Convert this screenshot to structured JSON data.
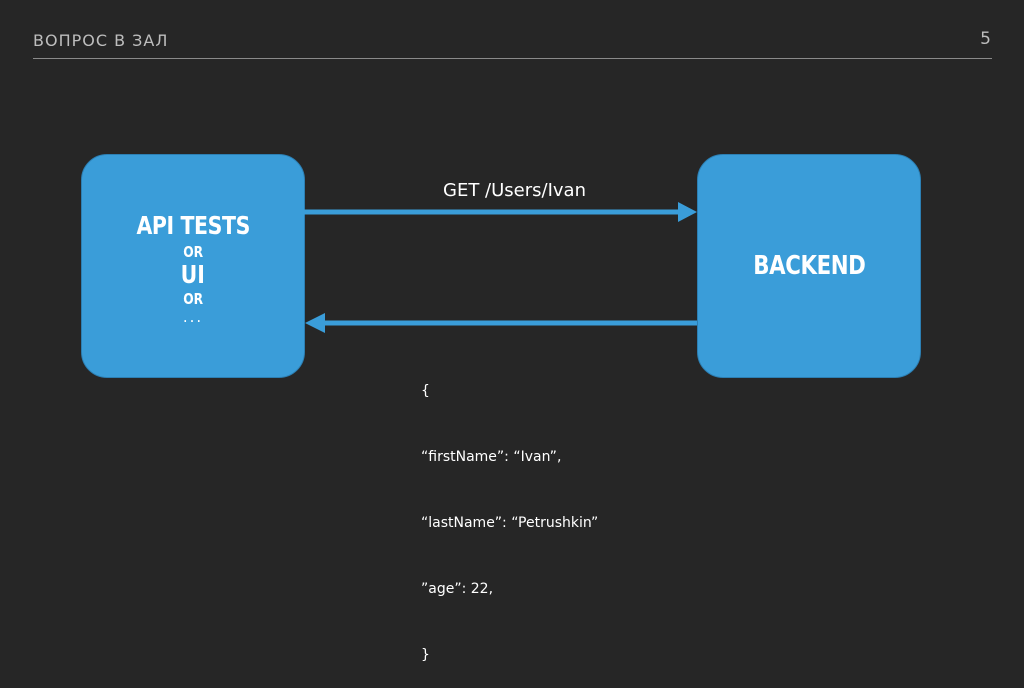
{
  "header": {
    "title": "ВОПРОС В ЗАЛ",
    "page_number": "5"
  },
  "diagram": {
    "left_box": {
      "line1": "API TESTS",
      "line2": "OR",
      "line3": "UI",
      "line4": "OR",
      "line5": "..."
    },
    "right_box": {
      "label": "BACKEND"
    },
    "request": {
      "label": "GET /Users/Ivan"
    },
    "response": {
      "lines": [
        "{",
        "“firstName”: “Ivan”,",
        "“lastName”: “Petrushkin”",
        "”age”: 22,",
        "}"
      ]
    },
    "colors": {
      "box_fill": "#3a9dd9",
      "arrow": "#3a9dd9",
      "background": "#262626"
    }
  }
}
